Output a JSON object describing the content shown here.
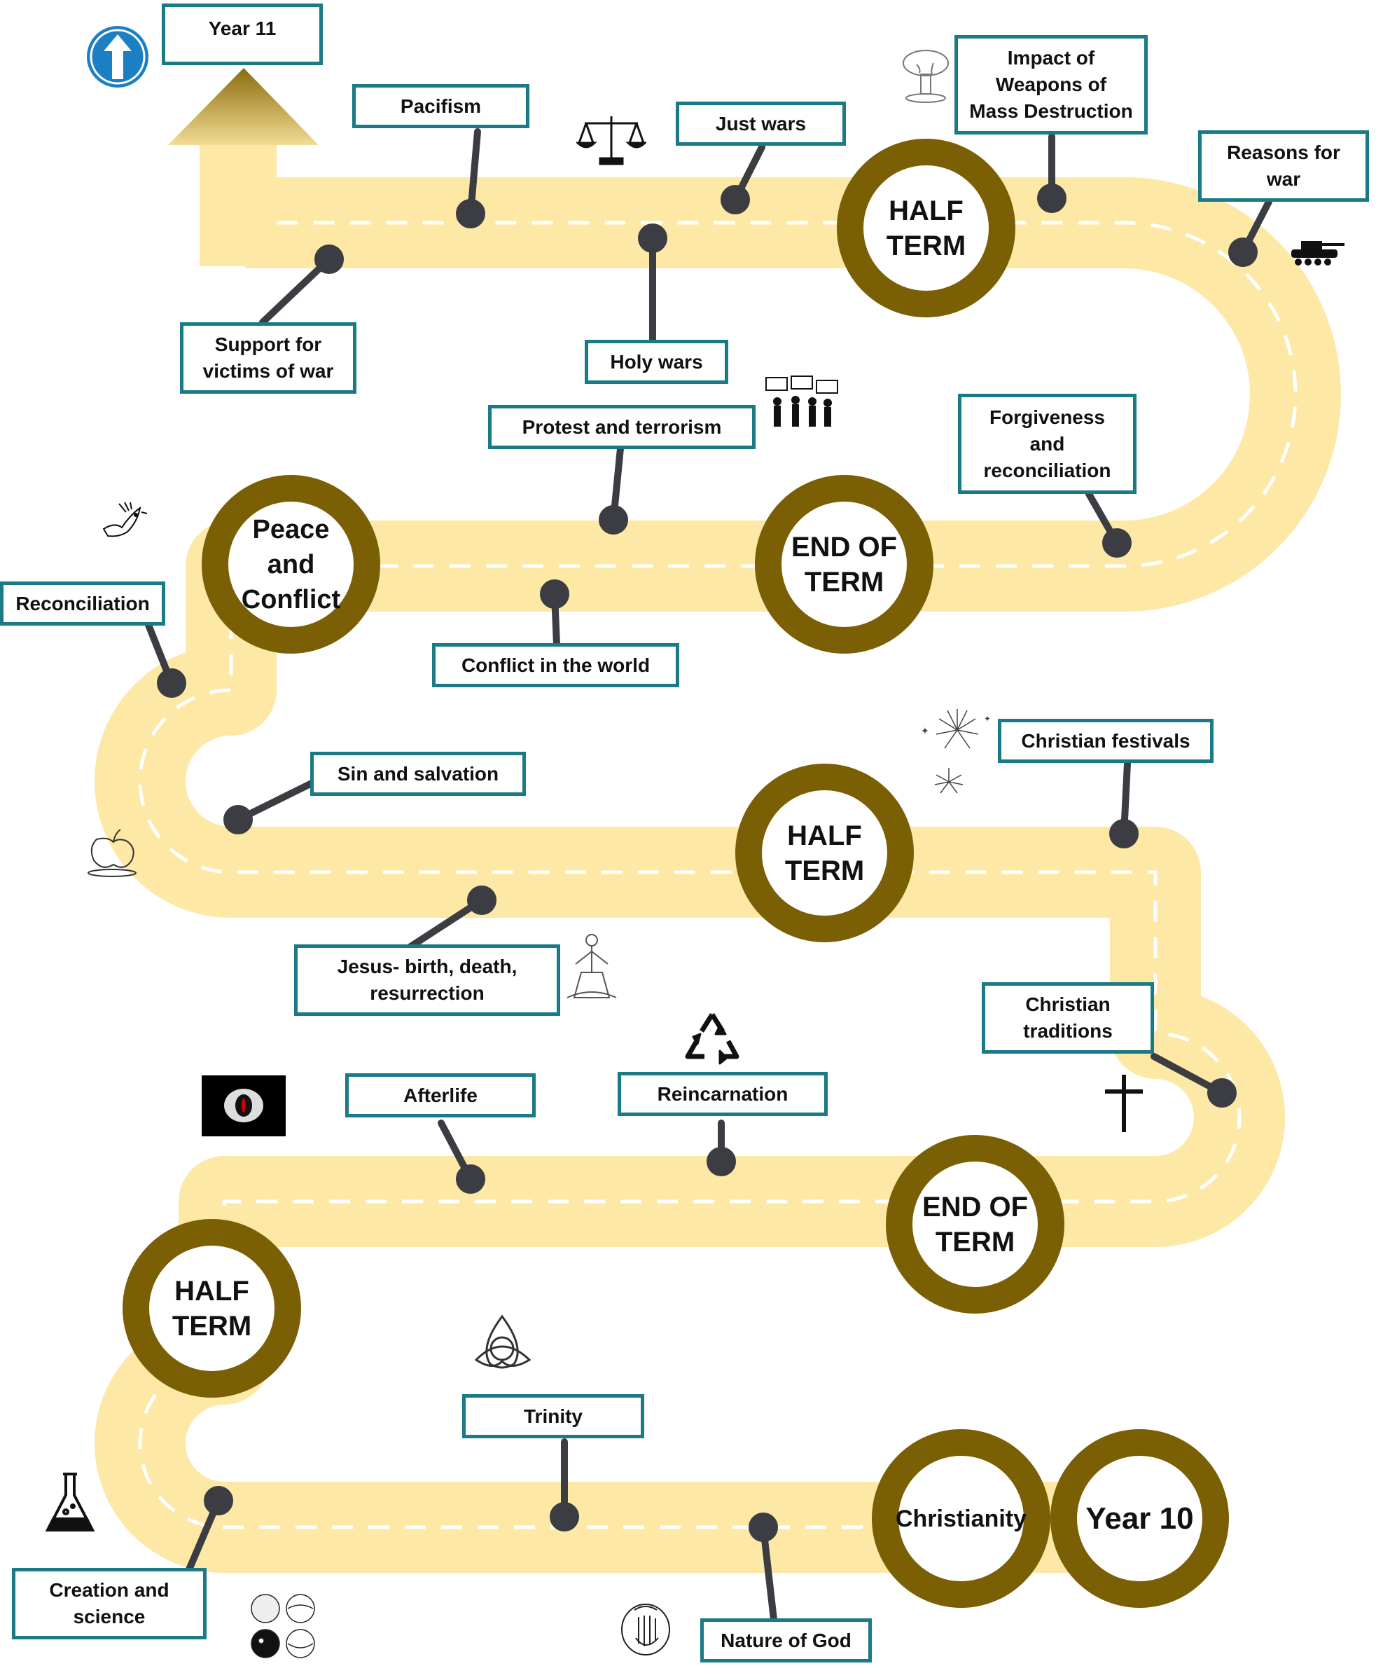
{
  "colors": {
    "road": "#fde8a6",
    "dash": "#ffffff",
    "label_border": "#1a7a86",
    "milestone_ring": "#7a5f05",
    "pin": "#3b3d42",
    "arrow_sign": "#1c7fc4"
  },
  "start": {
    "label": "Year 10"
  },
  "end": {
    "label": "Year 11"
  },
  "milestones": {
    "christianity": "Christianity",
    "half_term_1": "HALF\nTERM",
    "end_of_term_1": "END OF\nTERM",
    "half_term_2": "HALF\nTERM",
    "peace_and_conflict": "Peace and\nConflict",
    "end_of_term_2": "END OF\nTERM",
    "half_term_3": "HALF\nTERM"
  },
  "topics": {
    "nature_of_god": "Nature of God",
    "trinity": "Trinity",
    "creation_and_science": "Creation and\nscience",
    "afterlife": "Afterlife",
    "reincarnation": "Reincarnation",
    "christian_traditions": "Christian\ntraditions",
    "jesus": "Jesus- birth, death,\nresurrection",
    "christian_festivals": "Christian festivals",
    "sin_and_salvation": "Sin and salvation",
    "reconciliation": "Reconciliation",
    "conflict_in_the_world": "Conflict in the world",
    "protest_and_terrorism": "Protest and terrorism",
    "forgiveness_and_reconciliation": "Forgiveness\nand\nreconciliation",
    "reasons_for_war": "Reasons for\nwar",
    "impact_of_wmd": "Impact of\nWeapons of\nMass Destruction",
    "just_wars": "Just wars",
    "holy_wars": "Holy wars",
    "pacifism": "Pacifism",
    "support_for_victims": "Support for\nvictims of war"
  },
  "icons": {
    "up_arrow_sign": "up-arrow-sign-icon",
    "scales": "scales-of-justice-icon",
    "mushroom_cloud": "mushroom-cloud-icon",
    "tank": "tank-icon",
    "protesters": "protesters-icon",
    "dove": "dove-icon",
    "apple": "apple-icon",
    "jesus_figure": "jesus-figure-icon",
    "fireworks": "fireworks-icon",
    "recycle": "recycle-icon",
    "cross": "cross-icon",
    "eye": "eye-icon",
    "trinity_knot": "trinity-knot-icon",
    "flask": "flask-icon",
    "planets": "planets-icon",
    "creation_hand": "creation-hand-icon"
  }
}
